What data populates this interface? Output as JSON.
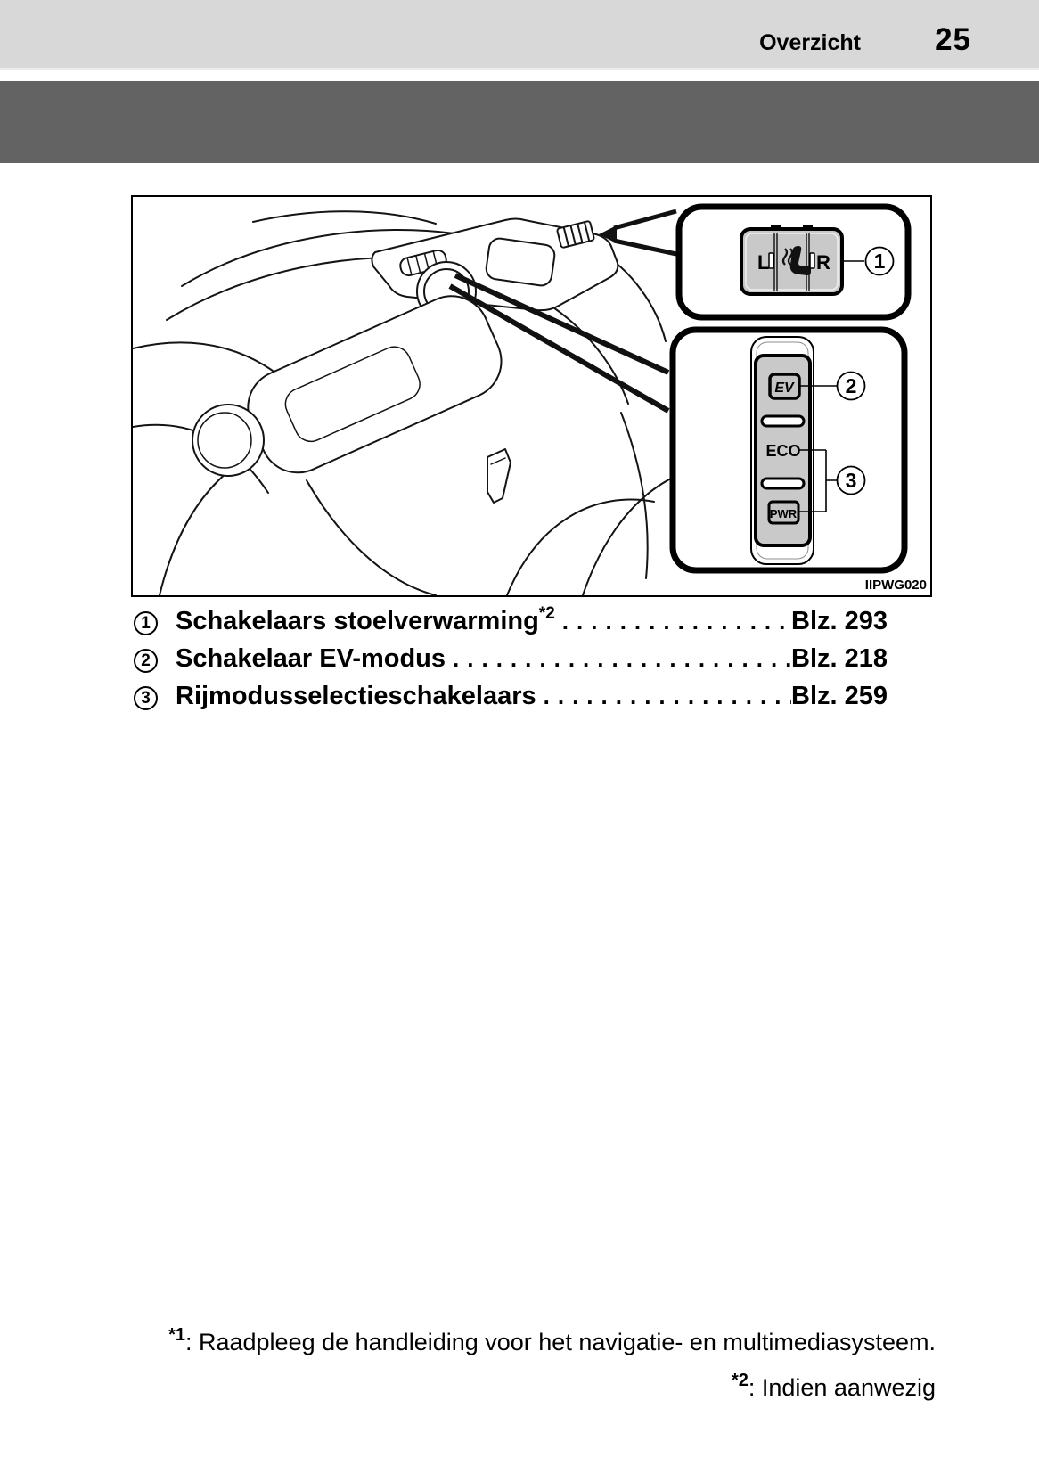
{
  "header": {
    "section": "Overzicht",
    "page_number": "25"
  },
  "figure": {
    "image_code": "IIPWG020",
    "seat_heater_switch": {
      "left": "L",
      "right": "R"
    },
    "ev_button": "EV",
    "eco_label": "ECO",
    "pwr_button": "PWR",
    "callouts": {
      "one": "1",
      "two": "2",
      "three": "3"
    }
  },
  "legend": {
    "leader_dots": "........................................................................",
    "items": [
      {
        "number": "1",
        "label": "Schakelaars stoelverwarming",
        "superscript": "*2",
        "page_ref": "Blz. 293"
      },
      {
        "number": "2",
        "label": "Schakelaar EV-modus",
        "superscript": "",
        "page_ref": "Blz. 218"
      },
      {
        "number": "3",
        "label": "Rijmodusselectieschakelaars",
        "superscript": "",
        "page_ref": "Blz. 259"
      }
    ]
  },
  "footnotes": [
    {
      "marker": "*1",
      "text": ": Raadpleeg de handleiding voor het navigatie- en multimediasysteem."
    },
    {
      "marker": "*2",
      "text": ": Indien aanwezig"
    }
  ],
  "colors": {
    "header_bg": "#d8d8d8",
    "banner": "#636363",
    "panel_gray": "#c9c9c9"
  }
}
